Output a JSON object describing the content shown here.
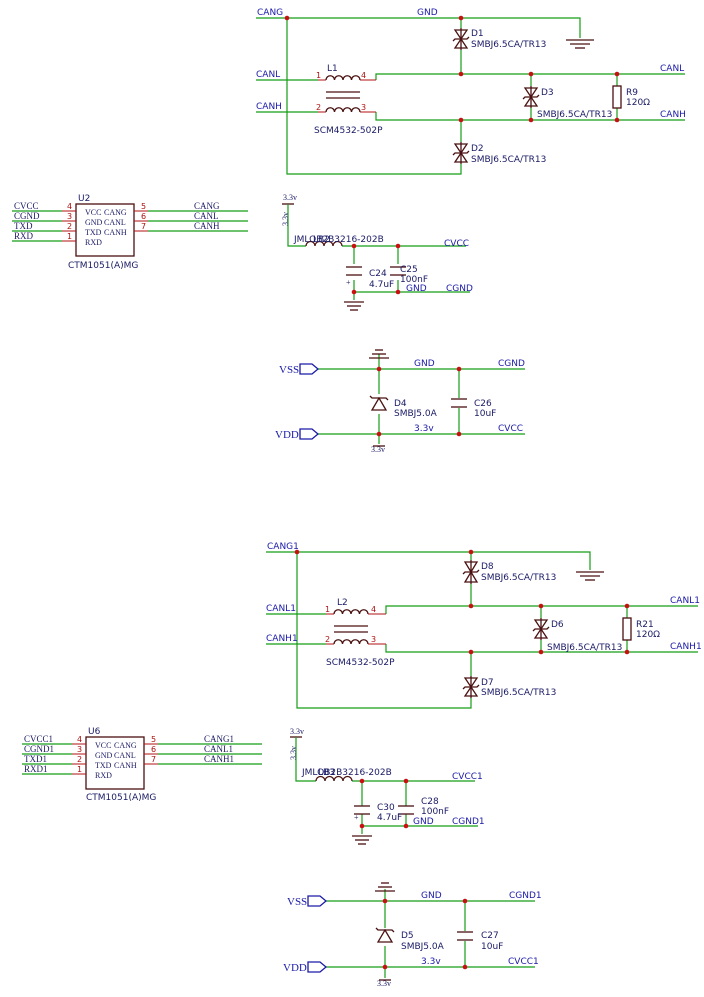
{
  "top": {
    "cmc": {
      "nets": {
        "cang": "CANG",
        "canl": "CANL",
        "canh": "CANH",
        "gnd": "GND",
        "canl_out": "CANL",
        "canh_out": "CANH"
      },
      "l_ref": "L1",
      "l_val": "SCM4532-502P",
      "pins": [
        "1",
        "4",
        "2",
        "3"
      ],
      "d1_ref": "D1",
      "d1_val": "SMBJ6.5CA/TR13",
      "d3_ref": "D3",
      "d3_val": "SMBJ6.5CA/TR13",
      "d2_ref": "D2",
      "d2_val": "SMBJ6.5CA/TR13",
      "r_ref": "R9",
      "r_val": "120Ω"
    },
    "ic": {
      "ref": "U2",
      "val": "CTM1051(A)MG",
      "left_nets": [
        "CVCC",
        "CGND",
        "TXD",
        "RXD"
      ],
      "left_pins": [
        "4",
        "3",
        "2",
        "1"
      ],
      "inner_left": [
        "VCC",
        "GND",
        "TXD",
        "RXD"
      ],
      "inner_right": [
        "CANG",
        "CANL",
        "CANH"
      ],
      "right_pins": [
        "5",
        "6",
        "7"
      ],
      "right_nets": [
        "CANG",
        "CANL",
        "CANH"
      ]
    },
    "filter": {
      "v33": "3.3v",
      "lb_ref": "LB2",
      "lb_val": "JMLOB2B3216-202B",
      "cvcc": "CVCC",
      "c24_ref": "C24",
      "c24_val": "4.7uF",
      "c25_ref": "C25",
      "c25_val": "100nF",
      "gnd": "GND",
      "cgnd": "CGND"
    },
    "power": {
      "vss": "VSS",
      "vdd": "VDD",
      "gnd": "GND",
      "cgnd": "CGND",
      "v33": "3.3v",
      "cvcc": "CVCC",
      "d_ref": "D4",
      "d_val": "SMBJ5.0A",
      "c_ref": "C26",
      "c_val": "10uF",
      "bot": "3.3v"
    }
  },
  "bottom": {
    "cmc": {
      "nets": {
        "cang": "CANG1",
        "canl": "CANL1",
        "canh": "CANH1",
        "canl_out": "CANL1",
        "canh_out": "CANH1"
      },
      "l_ref": "L2",
      "l_val": "SCM4532-502P",
      "pins": [
        "1",
        "4",
        "2",
        "3"
      ],
      "d8_ref": "D8",
      "d8_val": "SMBJ6.5CA/TR13",
      "d6_ref": "D6",
      "d6_val": "SMBJ6.5CA/TR13",
      "d7_ref": "D7",
      "d7_val": "SMBJ6.5CA/TR13",
      "r_ref": "R21",
      "r_val": "120Ω"
    },
    "ic": {
      "ref": "U6",
      "val": "CTM1051(A)MG",
      "left_nets": [
        "CVCC1",
        "CGND1",
        "TXD1",
        "RXD1"
      ],
      "left_pins": [
        "4",
        "3",
        "2",
        "1"
      ],
      "inner_left": [
        "VCC",
        "GND",
        "TXD",
        "RXD"
      ],
      "inner_right": [
        "CANG",
        "CANL",
        "CANH"
      ],
      "right_pins": [
        "5",
        "6",
        "7"
      ],
      "right_nets": [
        "CANG1",
        "CANL1",
        "CANH1"
      ]
    },
    "filter": {
      "v33": "3.3v",
      "lb_ref": "LB3",
      "lb_val": "JMLOB2B3216-202B",
      "cvcc": "CVCC1",
      "c30_ref": "C30",
      "c30_val": "4.7uF",
      "c28_ref": "C28",
      "c28_val": "100nF",
      "gnd": "GND",
      "cgnd": "CGND1"
    },
    "power": {
      "vss": "VSS",
      "vdd": "VDD",
      "gnd": "GND",
      "cgnd": "CGND1",
      "v33": "3.3v",
      "cvcc": "CVCC1",
      "d_ref": "D5",
      "d_val": "SMBJ5.0A",
      "c_ref": "C27",
      "c_val": "10uF",
      "bot": "3.3v"
    }
  }
}
